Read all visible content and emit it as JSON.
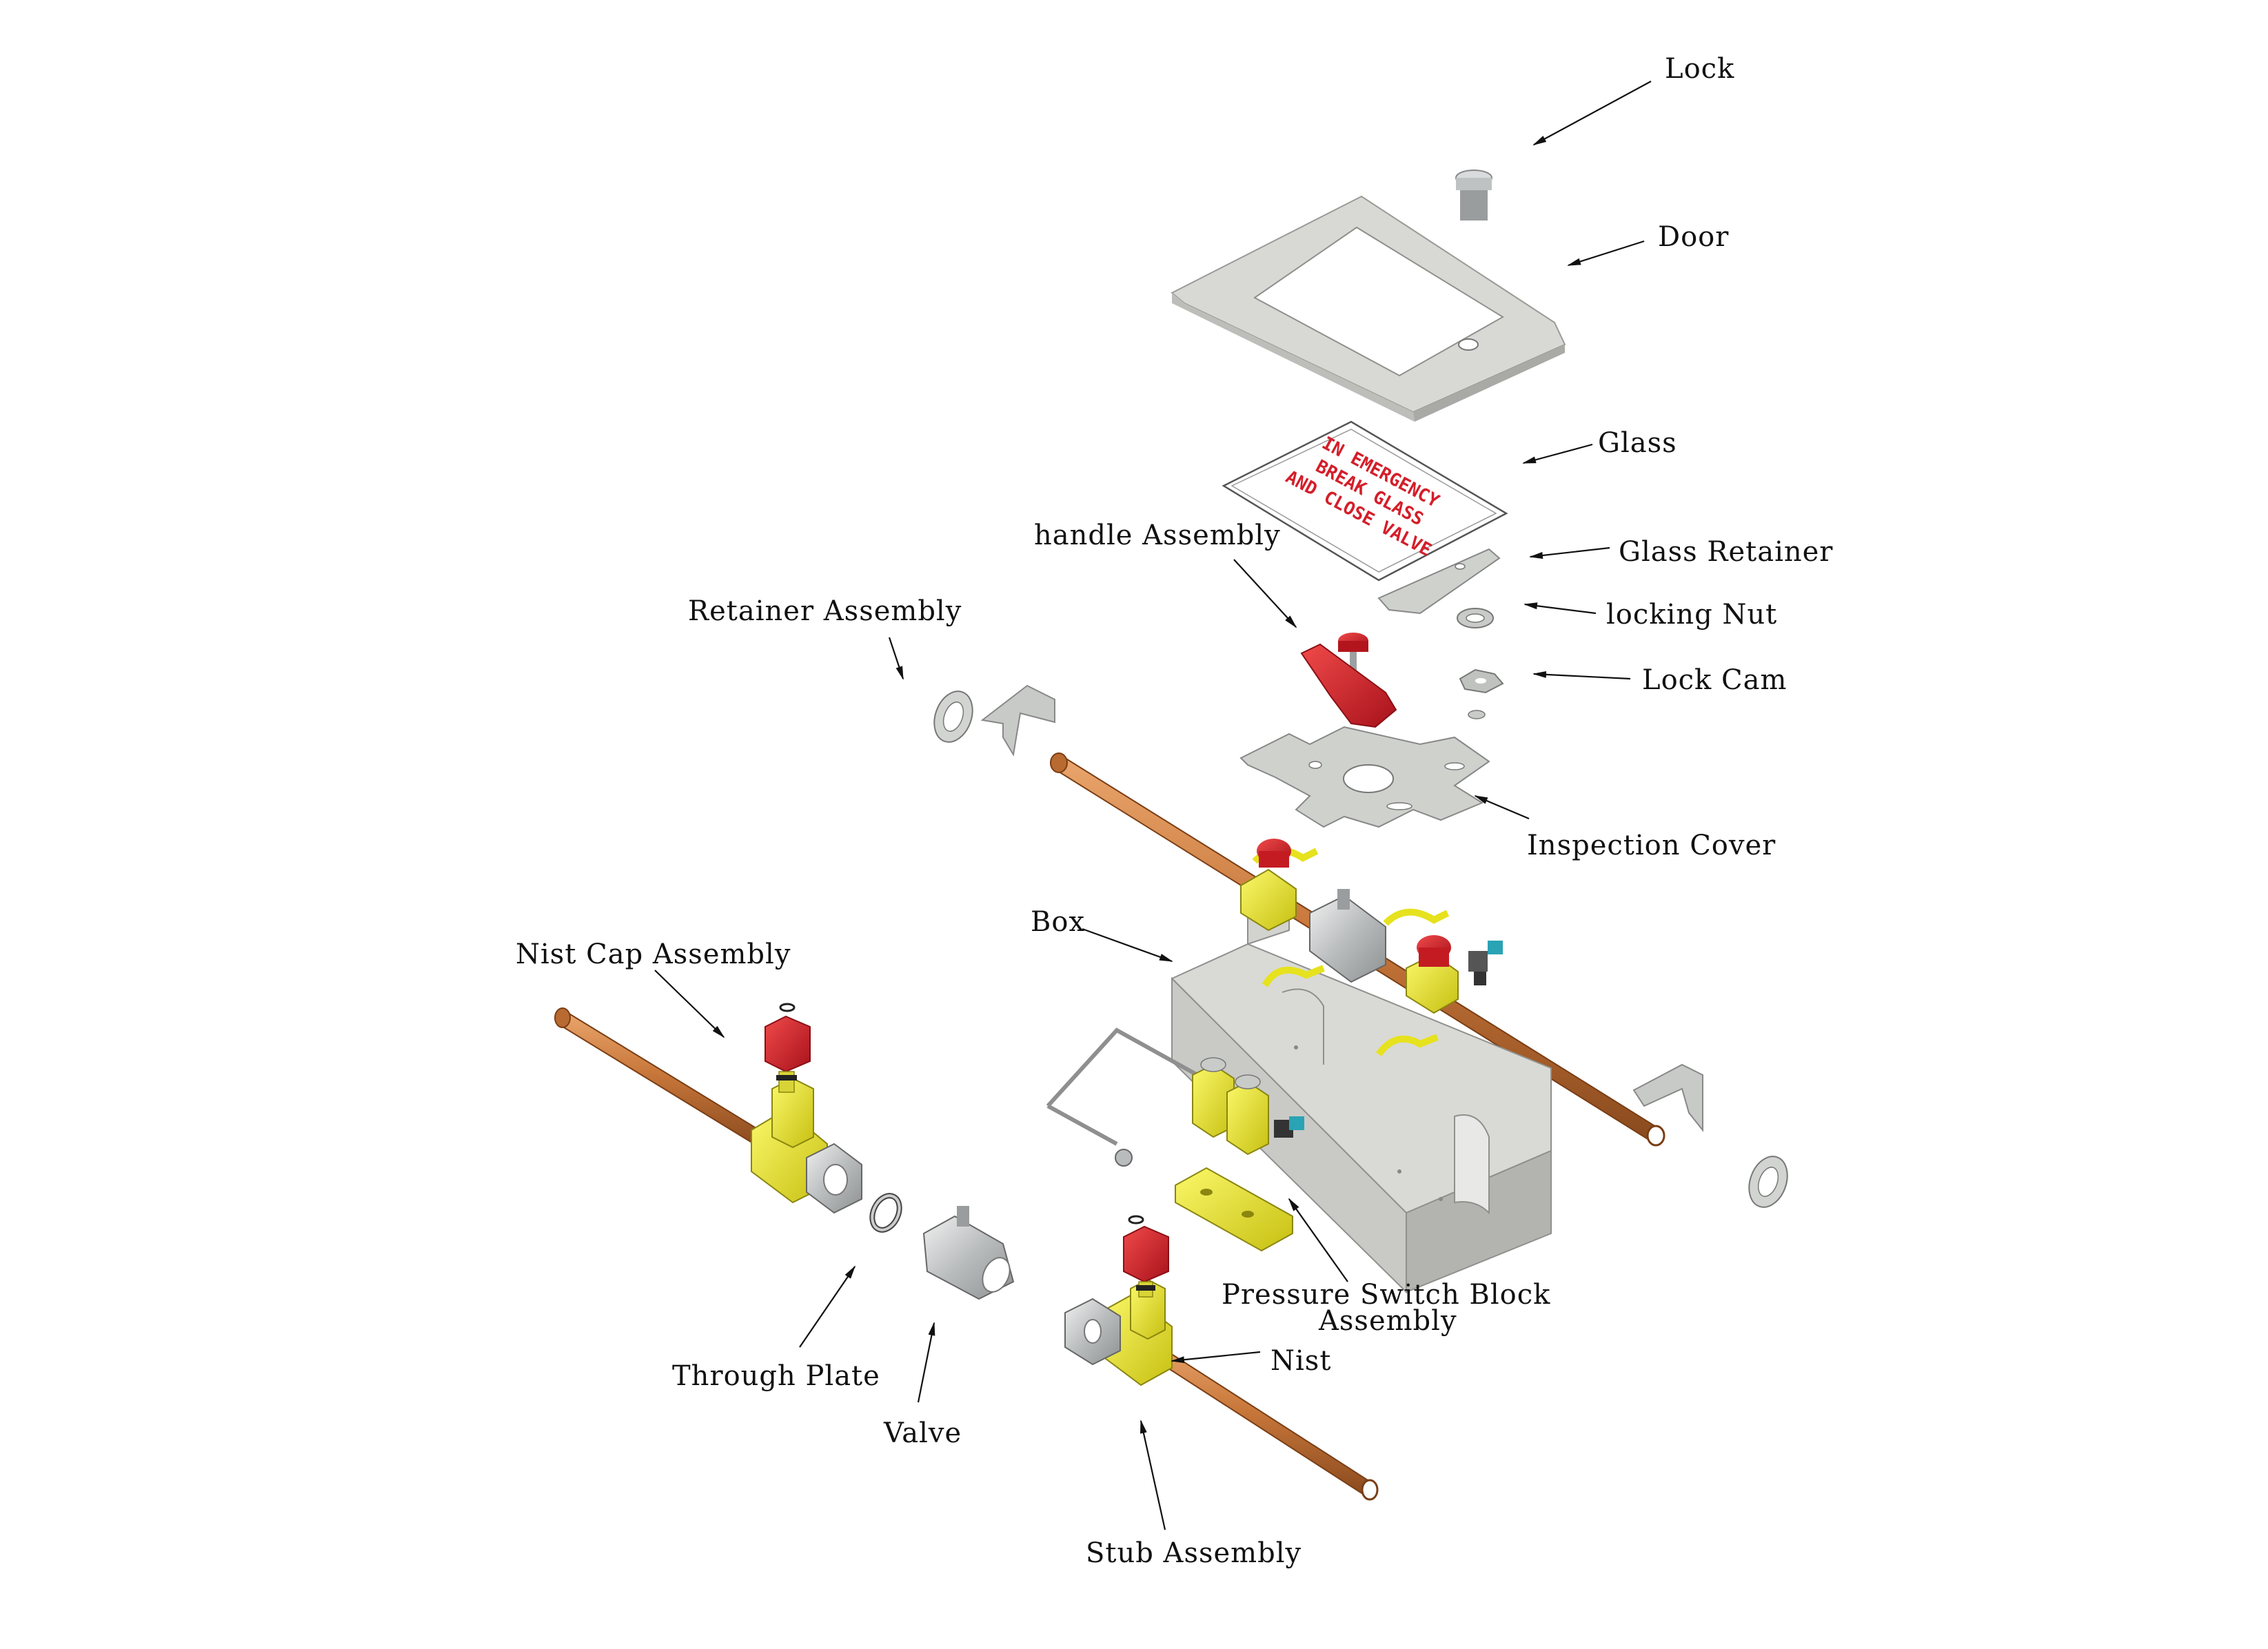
{
  "labels": {
    "lock": "Lock",
    "door": "Door",
    "glass": "Glass",
    "glass_retainer": "Glass Retainer",
    "handle_assembly": "handle Assembly",
    "locking_nut": "locking Nut",
    "retainer_assembly": "Retainer Assembly",
    "lock_cam": "Lock Cam",
    "inspection_cover": "Inspection Cover",
    "box": "Box",
    "nist_cap_assembly": "Nist Cap Assembly",
    "pressure_switch_line1": "Pressure Switch Block",
    "pressure_switch_line2": "Assembly",
    "nist": "Nist",
    "through_plate": "Through Plate",
    "valve": "Valve",
    "stub_assembly": "Stub Assembly"
  },
  "glass_sign": {
    "line1": "IN EMERGENCY",
    "line2": "BREAK GLASS",
    "line3": "AND CLOSE VALVE"
  },
  "colors": {
    "copper": "#c8773a",
    "brass": "#e6e21e",
    "red": "#d8232a",
    "grey_part": "#cfd1cd",
    "box_grey": "#d6d7d3",
    "sign_red": "#d41e2a"
  }
}
